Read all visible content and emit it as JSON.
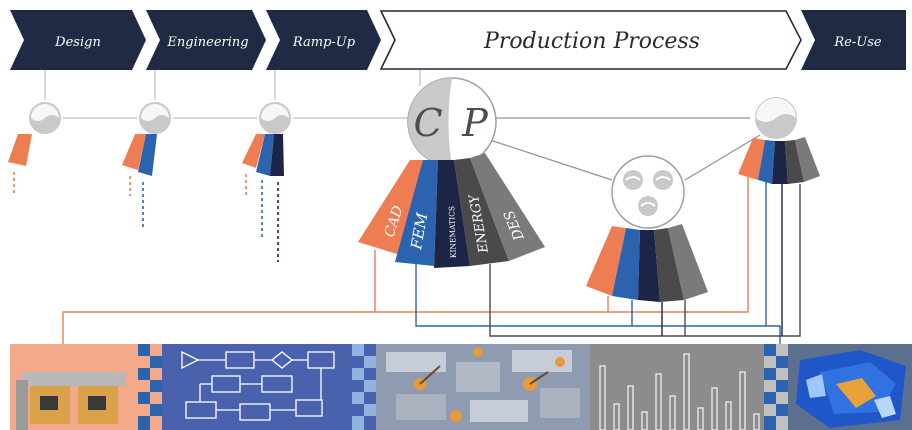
{
  "phases": [
    {
      "label": "Design",
      "style": "dark"
    },
    {
      "label": "Engineering",
      "style": "dark"
    },
    {
      "label": "Ramp-Up",
      "style": "dark"
    },
    {
      "label": "Production Process",
      "style": "outline"
    },
    {
      "label": "Re-Use",
      "style": "dark"
    }
  ],
  "main_node": {
    "letters": [
      "C",
      "P"
    ]
  },
  "domains": [
    "CAD",
    "FEM",
    "KINEMATICS",
    "ENERGY",
    "DES"
  ],
  "colors": {
    "navy": "#1f2a44",
    "orange": "#ee7d53",
    "blue": "#2b63ae",
    "dark_navy": "#1d2546",
    "dark_gray": "#4a4a4a",
    "gray": "#7a7a7a",
    "node_gray": "#c9c9c9",
    "line_gray": "#9aa0a8"
  }
}
